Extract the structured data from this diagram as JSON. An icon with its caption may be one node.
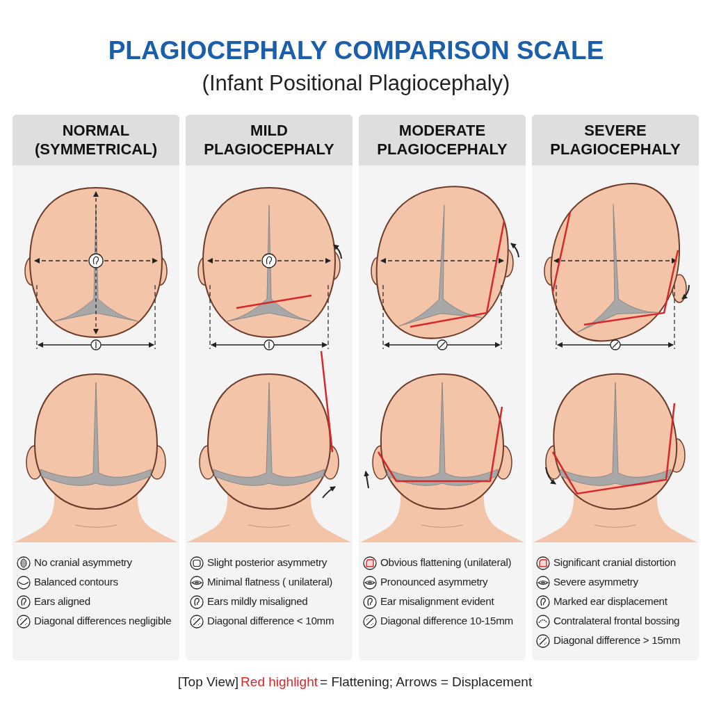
{
  "diagram": {
    "title": "PLAGIOCEPHALY COMPARISON SCALE",
    "nodes": [
      {
        "text": [
          "NORMAL (SYMMETRICAL)",
          "No cranial asymmetry",
          "Balanced contours",
          "Ears aligned",
          "Diagonal differences negligible"
        ]
      },
      {
        "text": [
          "MILD PLAGIOCEPHALY",
          "Slight posterior asymmetry",
          "Minimal flatness ( unilateral)",
          "Ears mildly misaligned",
          "Diagonal difference < 10mm"
        ]
      },
      {
        "text": [
          "MODERATE PLAGIOCEPHALY",
          "Obvious flattening (unilateral)",
          "Pronounced asymmetry",
          "Ear misalignment evident",
          "Diagonal difference 10-15mm"
        ]
      },
      {
        "text": [
          "SEVERE PLAGIOCEPHALY",
          "Significant cranial distortion",
          "Severe asymmetry",
          "Marked ear displacement",
          "Contralateral frontal bossing",
          "Diagonal difference > 15mm"
        ]
      }
    ],
    "labels": [
      "(Infant Positional Plagiocephaly)",
      "[Top View]",
      "Red highlight",
      "= Flattening; Arrows = Displacement"
    ]
  }
}
